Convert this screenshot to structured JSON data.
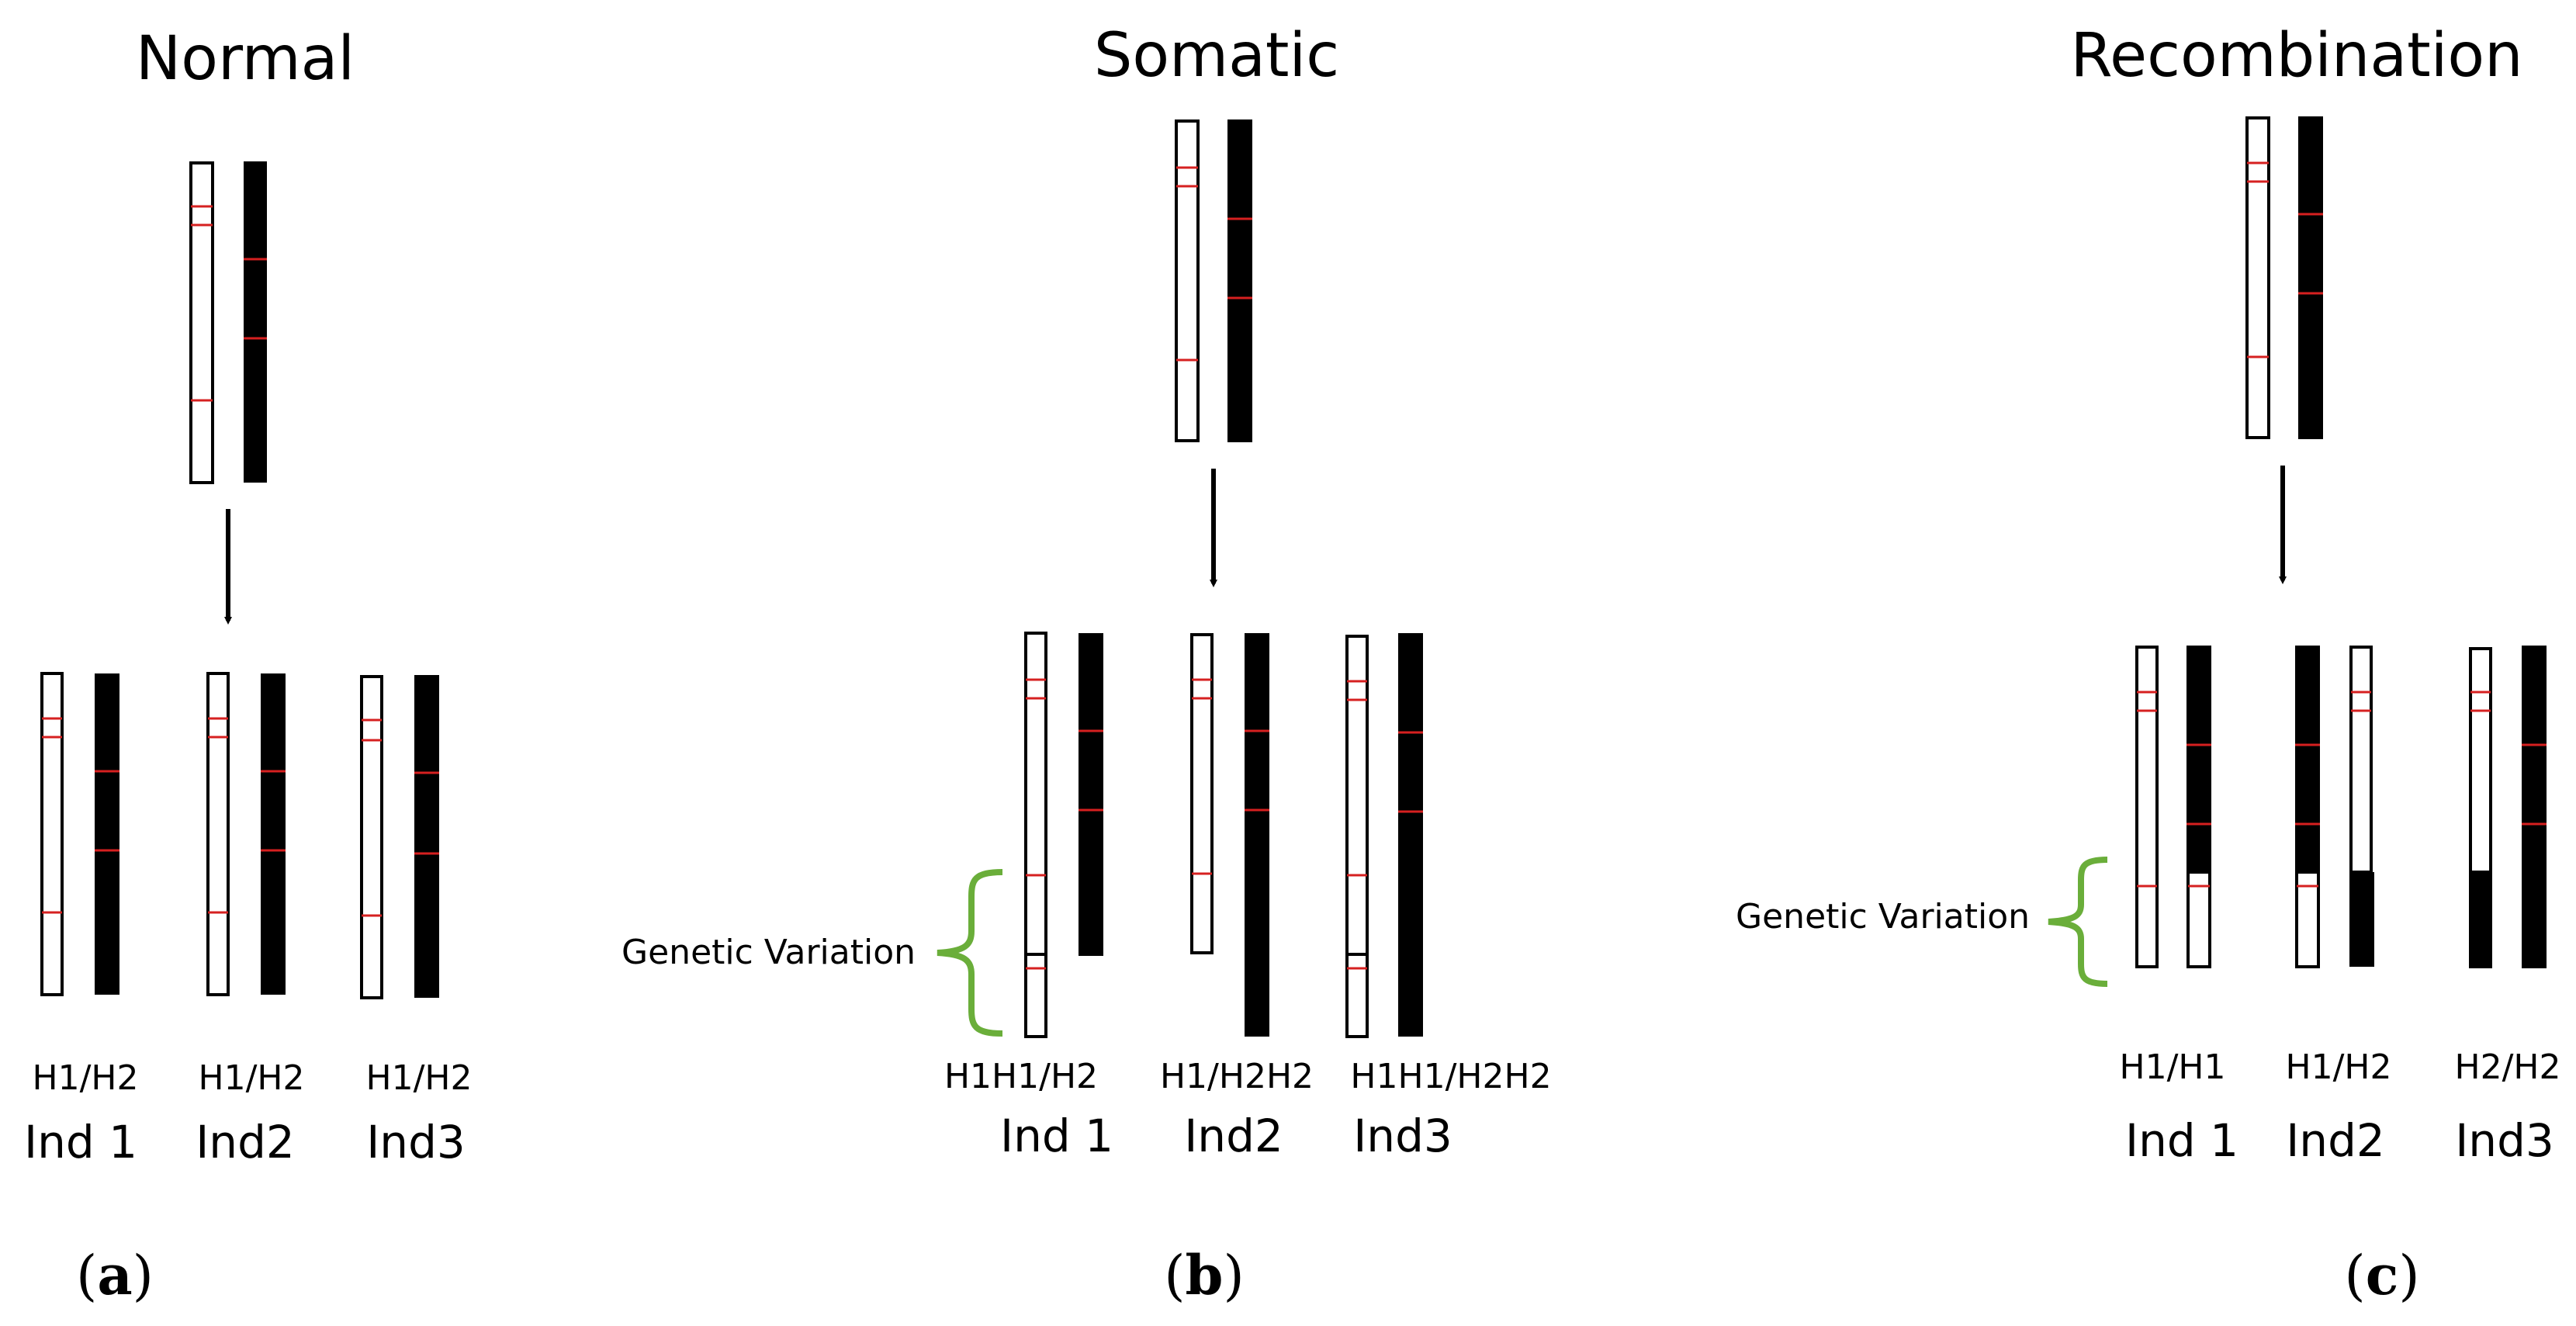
{
  "colors": {
    "chromosome_white": "#ffffff",
    "chromosome_black": "#000000",
    "marker": "#d62020",
    "brace": "#6aae3a",
    "arrow": "#000000"
  },
  "panels": [
    {
      "title": "Normal",
      "label": "a",
      "individuals": [
        {
          "genotype": "H1/H2",
          "name": "Ind 1"
        },
        {
          "genotype": "H1/H2",
          "name": "Ind2"
        },
        {
          "genotype": "H1/H2",
          "name": "Ind3"
        }
      ]
    },
    {
      "title": "Somatic",
      "label": "b",
      "annotation": "Genetic Variation",
      "individuals": [
        {
          "genotype": "H1H1/H2",
          "name": "Ind 1"
        },
        {
          "genotype": "H1/H2H2",
          "name": "Ind2"
        },
        {
          "genotype": "H1H1/H2H2",
          "name": "Ind3"
        }
      ]
    },
    {
      "title": "Recombination",
      "label": "c",
      "annotation": "Genetic Variation",
      "individuals": [
        {
          "genotype": "H1/H1",
          "name": "Ind 1"
        },
        {
          "genotype": "H1/H2",
          "name": "Ind2"
        },
        {
          "genotype": "H2/H2",
          "name": "Ind3"
        }
      ]
    }
  ]
}
